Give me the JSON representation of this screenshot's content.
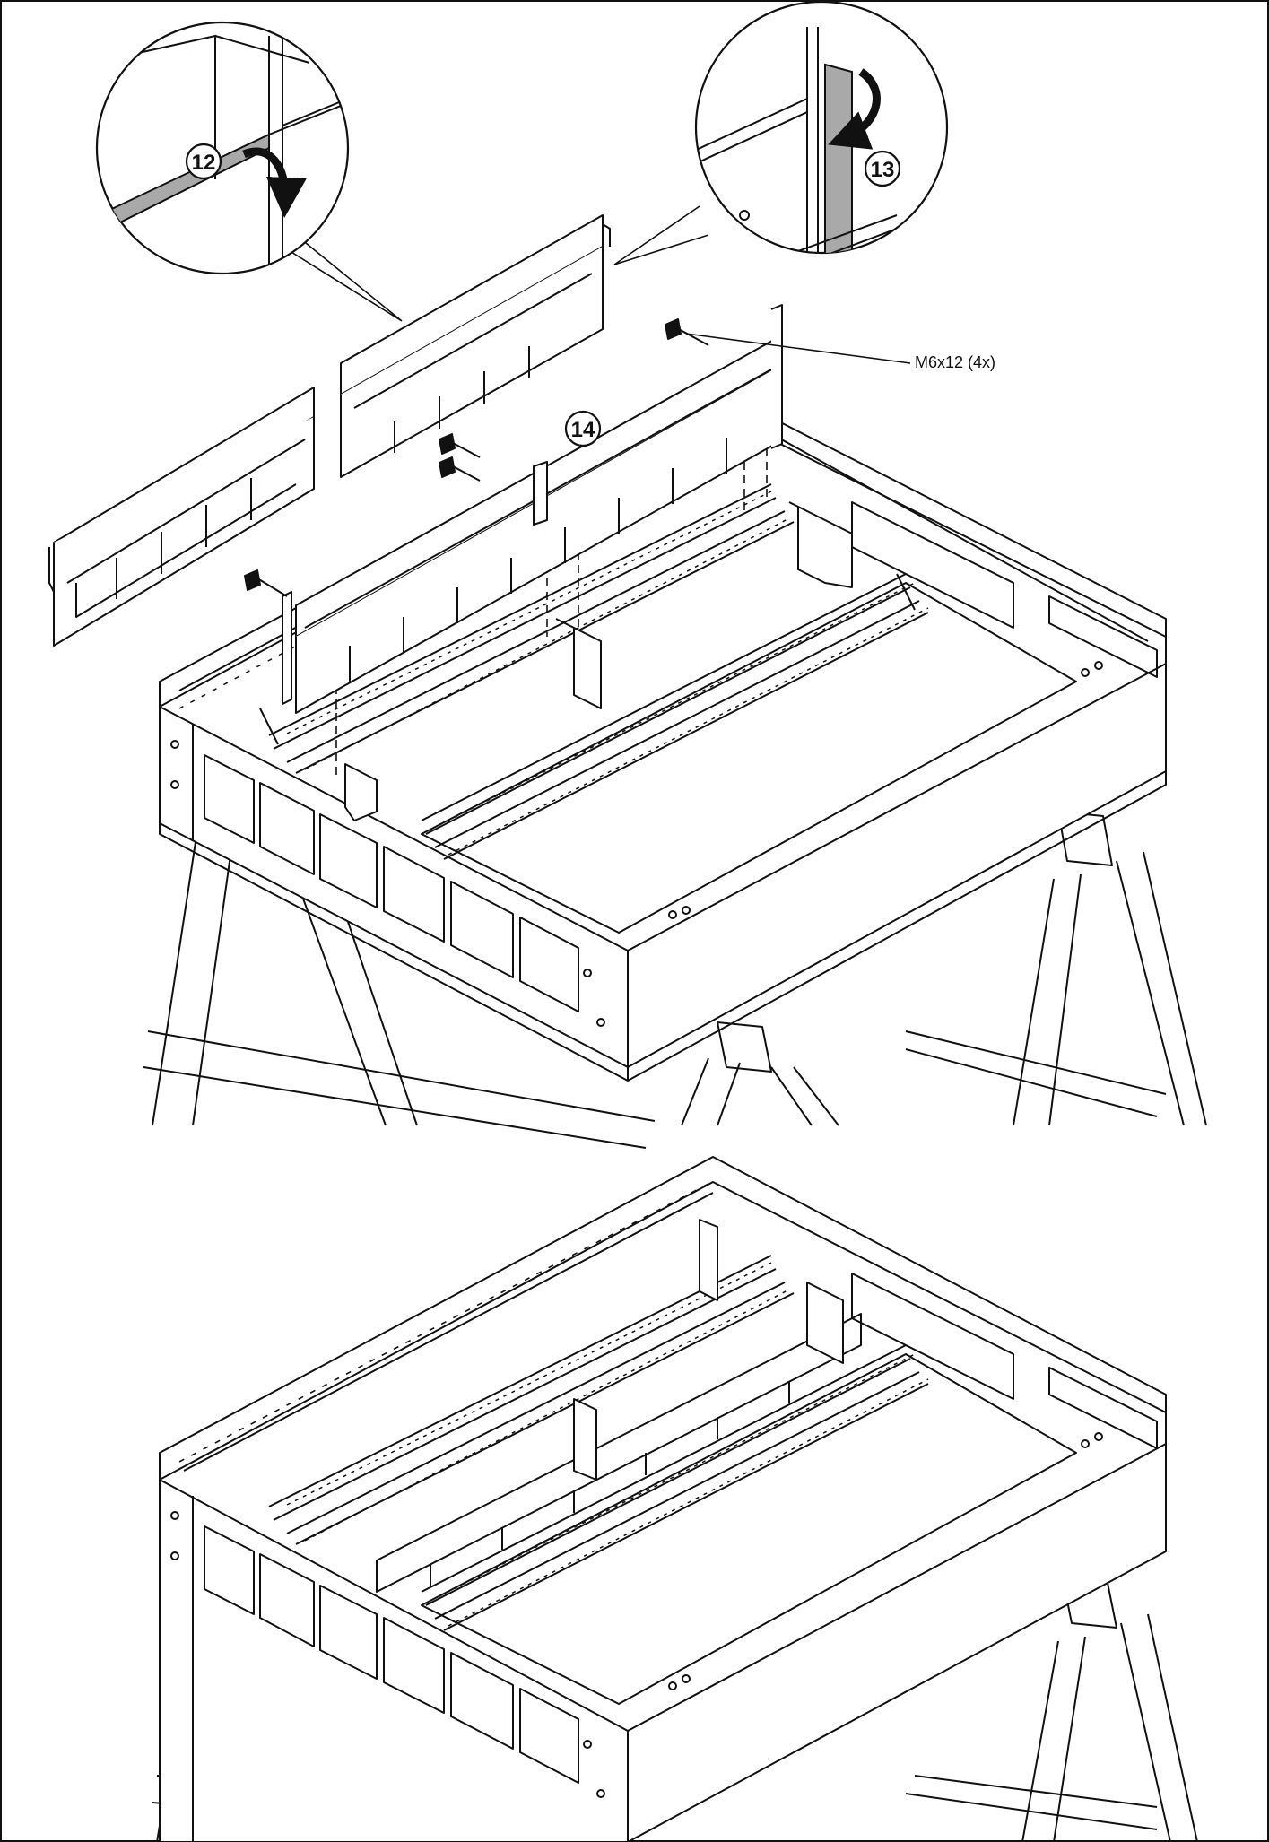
{
  "figure": {
    "steps": [
      {
        "number": "12"
      },
      {
        "number": "13"
      },
      {
        "number": "14"
      }
    ],
    "callouts": {
      "screw_label": "M6x12 (4x)"
    },
    "colors": {
      "line": "#111111",
      "highlight_fill": "#a9a9a9",
      "background": "#ffffff"
    },
    "icons": [
      "curved-arrow-icon",
      "screw-icon"
    ]
  }
}
